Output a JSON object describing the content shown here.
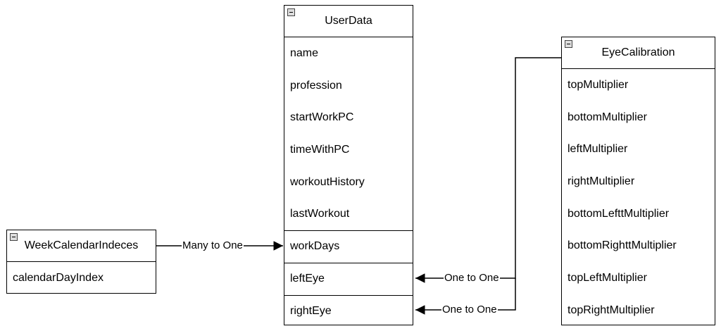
{
  "entities": {
    "user_data": {
      "title": "UserData",
      "fields": [
        "name",
        "profession",
        "startWorkPC",
        "timeWithPC",
        "workoutHistory",
        "lastWorkout"
      ],
      "relation_fields": [
        "workDays",
        "leftEye",
        "rightEye"
      ]
    },
    "eye_calibration": {
      "title": "EyeCalibration",
      "fields": [
        "topMultiplier",
        "bottomMultiplier",
        "leftMultiplier",
        "rightMultiplier",
        "bottomLefttMultiplier",
        "bottomRighttMultiplier",
        "topLeftMultiplier",
        "topRightMultiplier"
      ]
    },
    "week_calendar": {
      "title": "WeekCalendarIndeces",
      "fields": [
        "calendarDayIndex"
      ]
    }
  },
  "edges": {
    "week_to_workdays": "Many to One",
    "eye_to_lefteye": "One to One",
    "eye_to_righteye": "One to One"
  }
}
